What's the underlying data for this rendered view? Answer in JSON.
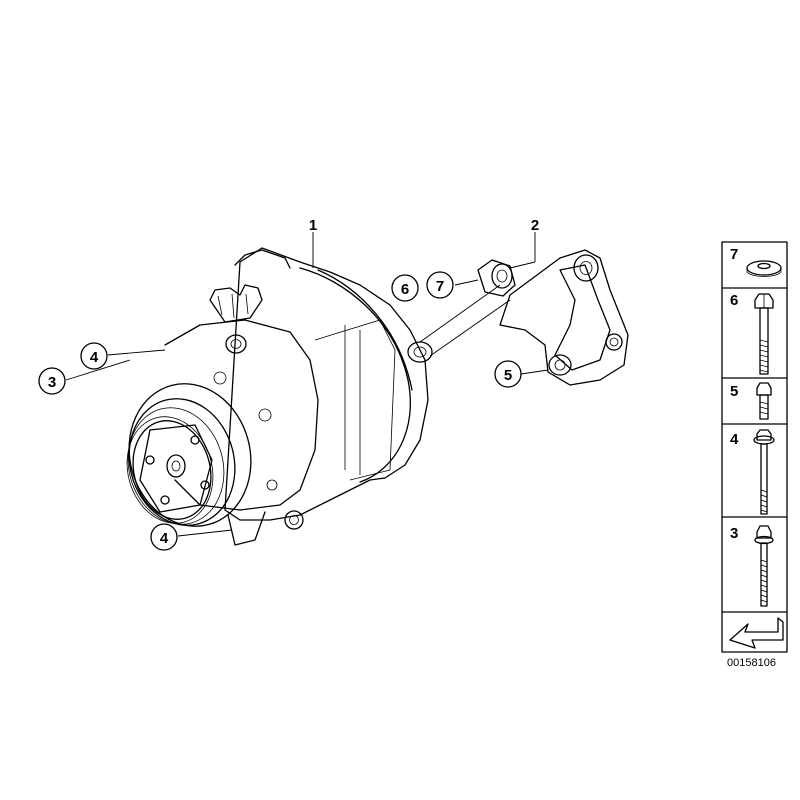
{
  "diagram": {
    "callouts": {
      "c1": "1",
      "c2": "2",
      "c3": "3",
      "c4a": "4",
      "c4b": "4",
      "c5": "5",
      "c6": "6",
      "c7": "7"
    },
    "legend": {
      "items": [
        {
          "label": "7",
          "part": "washer-icon"
        },
        {
          "label": "6",
          "part": "hex-bolt-long-icon"
        },
        {
          "label": "5",
          "part": "hex-bolt-short-icon"
        },
        {
          "label": "4",
          "part": "flange-bolt-icon"
        },
        {
          "label": "3",
          "part": "stud-bolt-icon"
        }
      ],
      "arrow": "direction-arrow-icon"
    },
    "code": "00158106"
  }
}
